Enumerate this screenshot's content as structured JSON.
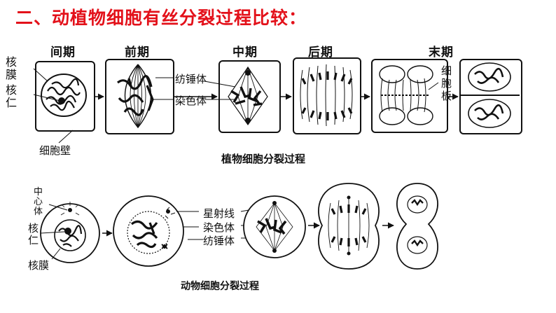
{
  "title": "二、动植物细胞有丝分裂过程比较：",
  "plant": {
    "stages": [
      "间期",
      "前期",
      "中期",
      "后期",
      "末期"
    ],
    "labels": {
      "nuclear_membrane": "核膜",
      "nucleolus": "核仁",
      "spindle": "纺锤体",
      "chromosome": "染色体",
      "cell_plate": "细胞板",
      "cell_wall": "细胞壁"
    },
    "caption": "植物细胞分裂过程"
  },
  "animal": {
    "labels": {
      "centrosome": "中心体",
      "nucleolus": "核仁",
      "nuclear_membrane": "核膜",
      "aster": "星射线",
      "chromosome": "染色体",
      "spindle": "纺锤体"
    },
    "caption": "动物细胞分裂过程"
  }
}
